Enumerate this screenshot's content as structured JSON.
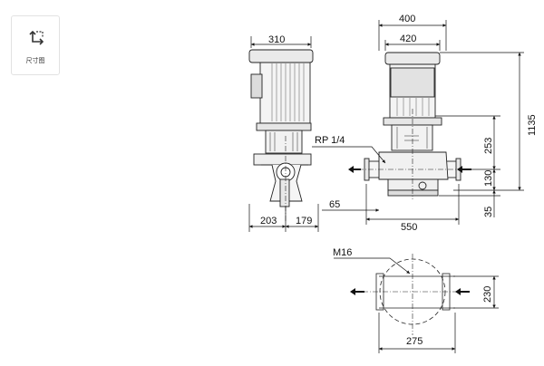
{
  "sidebar": {
    "dimension_button": {
      "icon": "dimension-icon",
      "label": "尺寸图"
    }
  },
  "drawing": {
    "side_view": {
      "width_top": "310",
      "width_left": "203",
      "width_right": "179"
    },
    "front_view": {
      "width_outer": "400",
      "width_inner": "420",
      "total_height": "1135",
      "height_253": "253",
      "height_130": "130",
      "height_35": "35",
      "port_label": "RP 1/4",
      "offset_65": "65",
      "base_550": "550"
    },
    "plan_view": {
      "bolt_label": "M16",
      "width_230": "230",
      "width_275": "275"
    }
  }
}
